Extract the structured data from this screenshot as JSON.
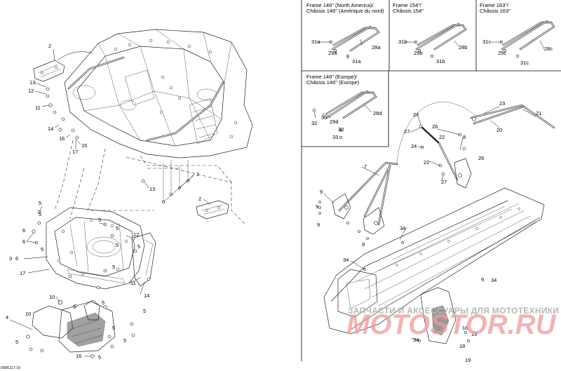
{
  "diagram_code": "0SM1117-19",
  "watermark": {
    "text": "ЗАПЧАСТИ И АКСЕССУАРЫ ДЛЯ МОТОТЕХНИКИ",
    "logo": "MOTOSTOR.RU"
  },
  "frame_boxes": [
    {
      "title": "Frame 146\" (North America)/",
      "subtitle": "Châssis 146\" (Amérique du nord)",
      "parts": [
        "31a",
        "29a",
        "28a",
        "31a"
      ]
    },
    {
      "title": "Frame 154\"/",
      "subtitle": "Châssis 154\"",
      "parts": [
        "31b",
        "29b",
        "28b",
        "31b"
      ]
    },
    {
      "title": "Frame 163\"/",
      "subtitle": "Châssis 163\"",
      "parts": [
        "31c",
        "29c",
        "28c",
        "31c"
      ]
    },
    {
      "title": "Frame 146\" (Europe)/",
      "subtitle": "Châssis 146\" (Europe)",
      "parts": [
        "32",
        "30",
        "29d",
        "28d",
        "30",
        "33"
      ]
    }
  ],
  "callouts_left": [
    "2",
    "13",
    "12",
    "11",
    "14",
    "16",
    "15",
    "17",
    "1",
    "13",
    "2",
    "5",
    "5",
    "6",
    "5",
    "5",
    "6",
    "5",
    "3",
    "6",
    "5",
    "12",
    "5",
    "5",
    "17",
    "11",
    "14",
    "10",
    "5",
    "5",
    "5",
    "4",
    "10",
    "5",
    "5",
    "5",
    "16",
    "5"
  ],
  "callouts_right": [
    "7",
    "23",
    "21",
    "20",
    "24",
    "27",
    "26",
    "22",
    "24",
    "8",
    "22",
    "26",
    "27",
    "9",
    "9",
    "9",
    "9",
    "34",
    "34",
    "34",
    "34",
    "18",
    "19",
    "18",
    "19"
  ]
}
